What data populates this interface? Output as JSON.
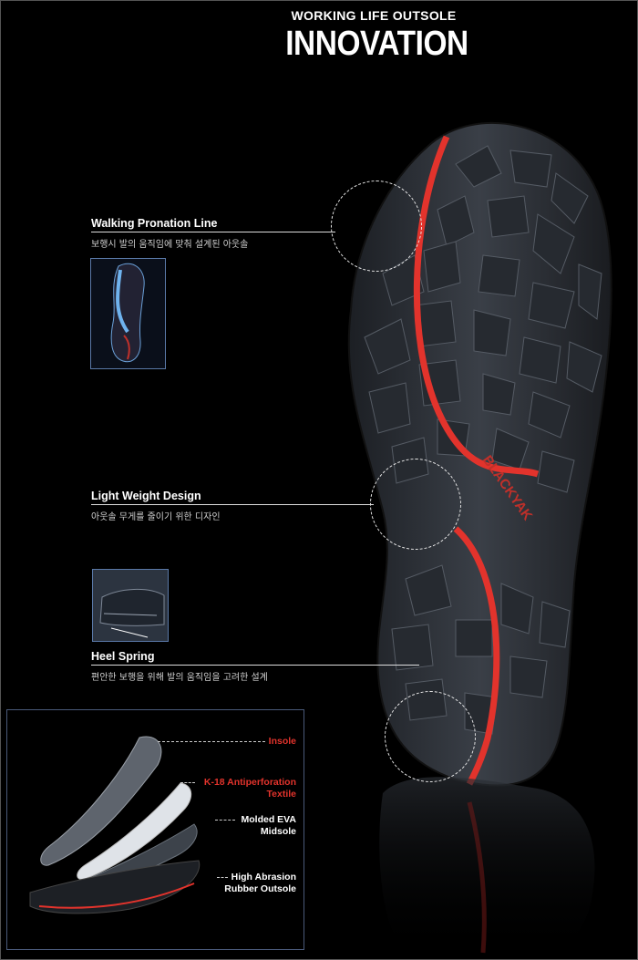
{
  "header": {
    "subtitle": "WORKING LIFE OUTSOLE",
    "title": "INNOVATION"
  },
  "features": [
    {
      "title": "Walking Pronation Line",
      "description": "보행시 발의 움직임에 맞춰 설계된 아웃솔"
    },
    {
      "title": "Light Weight Design",
      "description": "아웃솔 무게를 줄이기 위한 디자인"
    },
    {
      "title": "Heel Spring",
      "description": "편안한 보행을 위해 발의 움직임을 고려한 설계"
    }
  ],
  "brand": {
    "logo": "BLACKYAK"
  },
  "layers": [
    {
      "label": "Insole",
      "color": "#e2332c"
    },
    {
      "label": "K-18 Antiperforation Textile",
      "line1": "K-18 Antiperforation",
      "line2": "Textile",
      "color": "#e2332c"
    },
    {
      "label": "Molded EVA Midsole",
      "line1": "Molded EVA",
      "line2": "Midsole",
      "color": "#ffffff"
    },
    {
      "label": "High Abrasion Rubber Outsole",
      "line1": "High Abrasion",
      "line2": "Rubber Outsole",
      "color": "#ffffff"
    }
  ],
  "colors": {
    "background": "#000000",
    "accent_red": "#e2332c",
    "thumb_border": "#5a79a8"
  }
}
